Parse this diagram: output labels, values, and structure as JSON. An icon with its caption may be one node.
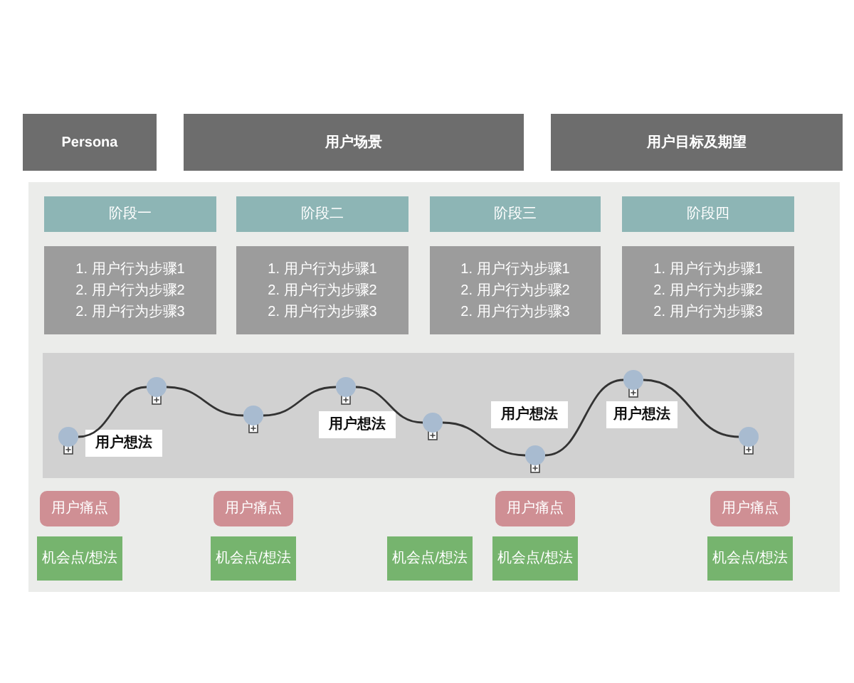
{
  "diagram": {
    "nodes": [
      {
        "text": [
          "Persona"
        ]
      },
      {
        "text": [
          "用户场景"
        ]
      },
      {
        "text": [
          "用户目标及期望"
        ]
      },
      {
        "text": [],
        "shape": "box"
      },
      {
        "text": [
          "阶段一"
        ],
        "in": 3
      },
      {
        "text": [
          "阶段二"
        ],
        "in": 3
      },
      {
        "text": [
          "阶段三"
        ],
        "in": 3
      },
      {
        "text": [
          "阶段四"
        ],
        "in": 3
      },
      {
        "text": [
          "1. 用户行为步骤1",
          "2. 用户行为步骤2",
          "2. 用户行为步骤3"
        ],
        "in": 3
      },
      {
        "text": [
          "1. 用户行为步骤1",
          "2. 用户行为步骤2",
          "2. 用户行为步骤3"
        ],
        "in": 3
      },
      {
        "text": [
          "1. 用户行为步骤1",
          "2. 用户行为步骤2",
          "2. 用户行为步骤3"
        ],
        "in": 3
      },
      {
        "text": [
          "1. 用户行为步骤1",
          "2. 用户行为步骤2",
          "2. 用户行为步骤3"
        ],
        "in": 3
      },
      {
        "text": [],
        "shape": "box",
        "in": 3
      },
      {
        "text": [],
        "shape": "circle",
        "in": 12
      },
      {
        "text": [],
        "shape": "circle",
        "in": 12
      },
      {
        "text": [],
        "shape": "circle",
        "in": 12
      },
      {
        "text": [],
        "shape": "circle",
        "in": 12
      },
      {
        "text": [],
        "shape": "circle",
        "in": 12
      },
      {
        "text": [],
        "shape": "circle",
        "in": 12
      },
      {
        "text": [],
        "shape": "circle",
        "in": 12
      },
      {
        "text": [],
        "shape": "circle",
        "in": 12
      },
      {
        "text": [
          "用户想法"
        ],
        "in": 12
      },
      {
        "text": [
          "用户想法"
        ],
        "in": 12
      },
      {
        "text": [
          "用户想法"
        ],
        "in": 12
      },
      {
        "text": [
          "用户想法"
        ],
        "in": 12
      },
      {
        "text": [
          "用户痛点"
        ],
        "in": 3
      },
      {
        "text": [
          "用户痛点"
        ],
        "in": 3
      },
      {
        "text": [
          "用户痛点"
        ],
        "in": 3
      },
      {
        "text": [
          "用户痛点"
        ],
        "in": 3
      },
      {
        "text": [
          "机会点/想法"
        ],
        "in": 3
      },
      {
        "text": [
          "机会点/想法"
        ],
        "in": 3
      },
      {
        "text": [
          "机会点/想法"
        ],
        "in": 3
      },
      {
        "text": [
          "机会点/想法"
        ],
        "in": 3
      },
      {
        "text": [
          "机会点/想法"
        ],
        "in": 3
      }
    ],
    "edges": [
      {
        "from": 13,
        "to": 14,
        "arrow": "none"
      },
      {
        "from": 14,
        "to": 15,
        "arrow": "none"
      },
      {
        "from": 15,
        "to": 16,
        "arrow": "none"
      },
      {
        "from": 16,
        "to": 17,
        "arrow": "none"
      },
      {
        "from": 17,
        "to": 18,
        "arrow": "none"
      },
      {
        "from": 18,
        "to": 19,
        "arrow": "none"
      },
      {
        "from": 19,
        "to": 20,
        "arrow": "none"
      }
    ]
  }
}
